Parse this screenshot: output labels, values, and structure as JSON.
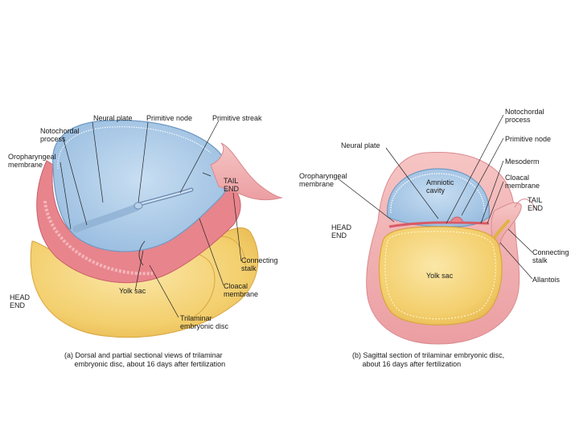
{
  "figure_a": {
    "labels": {
      "neural_plate": "Neural plate",
      "primitive_node": "Primitive node",
      "primitive_streak": "Primitive streak",
      "notochordal_process": "Notochordal\nprocess",
      "oropharyngeal_membrane": "Oropharyngeal\nmembrane",
      "tail_end": "TAIL\nEND",
      "connecting_stalk": "Connecting\nstalk",
      "cloacal_membrane": "Cloacal\nmembrane",
      "yolk_sac": "Yolk sac",
      "head_end": "HEAD\nEND",
      "trilaminar_disc": "Trilaminar\nembryonic disc"
    },
    "caption": "(a) Dorsal and partial sectional views of trilaminar\n     embryonic disc, about 16 days after fertilization"
  },
  "figure_b": {
    "labels": {
      "notochordal_process": "Notochordal\nprocess",
      "neural_plate": "Neural plate",
      "primitive_node": "Primitive node",
      "mesoderm": "Mesoderm",
      "oropharyngeal_membrane": "Oropharyngeal\nmembrane",
      "amniotic_cavity": "Amniotic\ncavity",
      "cloacal_membrane": "Cloacal\nmembrane",
      "tail_end": "TAIL\nEND",
      "head_end": "HEAD\nEND",
      "connecting_stalk": "Connecting\nstalk",
      "yolk_sac": "Yolk sac",
      "allantois": "Allantois"
    },
    "caption": "(b) Sagittal section of trilaminar embryonic disc,\n     about 16 days after fertilization"
  },
  "colors": {
    "amnion_blue": "#a9c9e6",
    "yolk_yellow": "#f3cf6d",
    "mesoderm_pink": "#e8848c",
    "tissue_pink": "#f2b3b4"
  }
}
